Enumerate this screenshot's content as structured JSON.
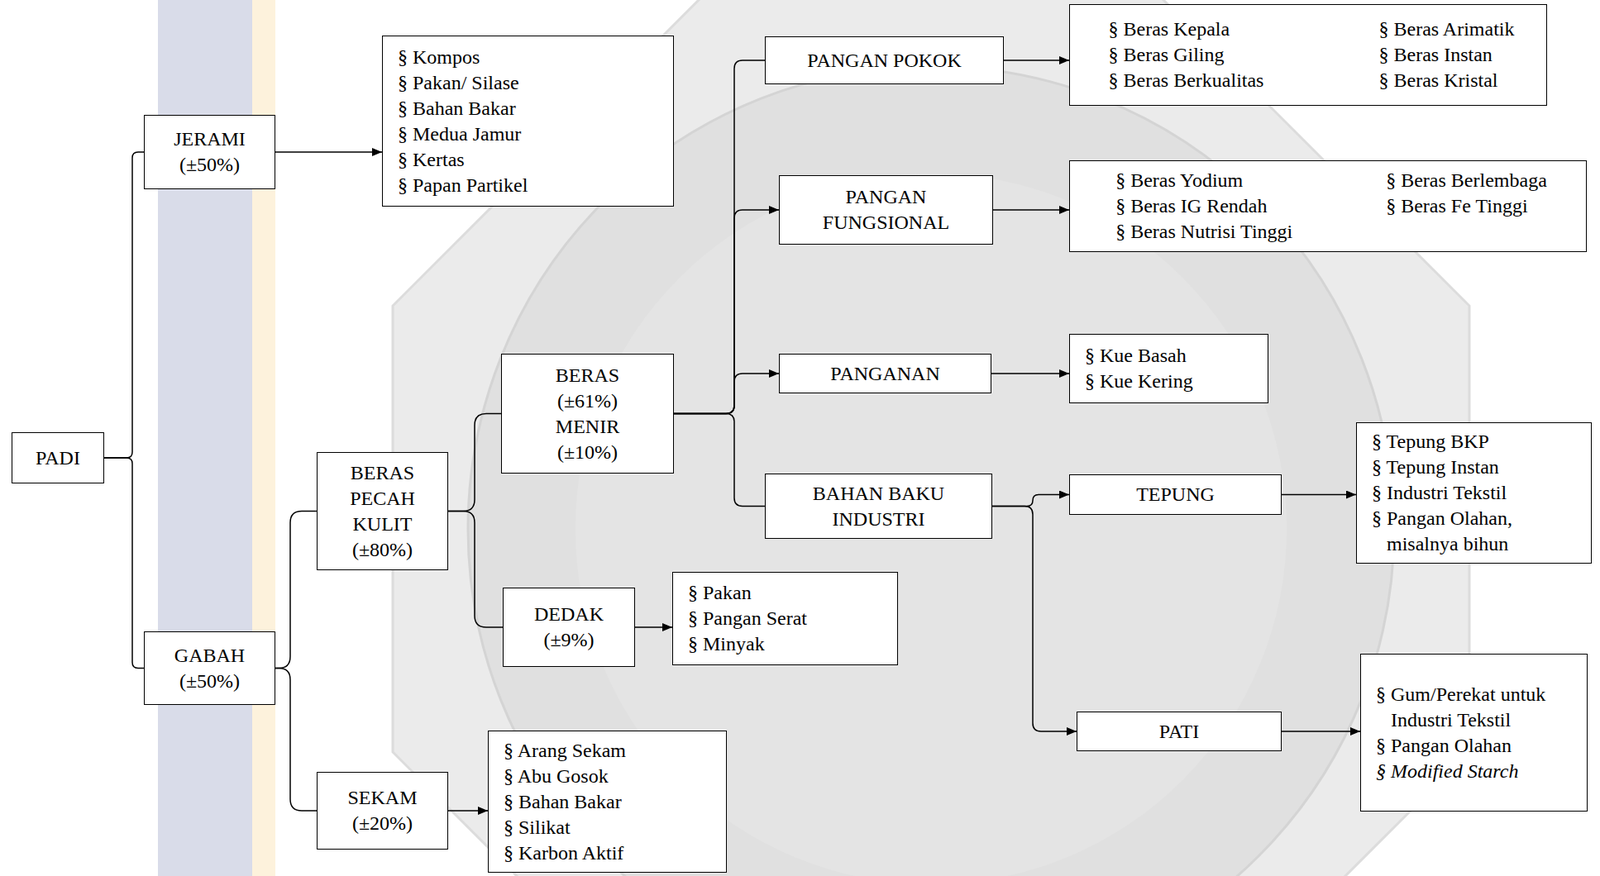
{
  "diagram": {
    "nodes": [
      {
        "text": [
          "PADI"
        ]
      },
      {
        "text": [
          "JERAMI (±50%)"
        ]
      },
      {
        "text": [
          "§ Kompos",
          "§ Pakan/ Silase",
          "§ Bahan Bakar",
          "§ Medua Jamur",
          "§ Kertas",
          "§ Papan Partikel"
        ]
      },
      {
        "text": [
          "PANGAN POKOK"
        ]
      },
      {
        "text": [
          "§ Beras Kepala",
          "§ Beras Giling",
          "§ Beras Berkualitas",
          "§ Beras Arimatik",
          "§ Beras Instan",
          "§ Beras Kristal"
        ]
      },
      {
        "text": [
          "PANGAN FUNGSIONAL"
        ]
      },
      {
        "text": [
          "§ Beras Yodium",
          "§ Beras IG Rendah",
          "§ Beras Nutrisi Tinggi",
          "§ Beras Berlembaga",
          "§ Beras Fe Tinggi"
        ]
      },
      {
        "text": [
          "PANGANAN"
        ]
      },
      {
        "text": [
          "§ Kue Basah",
          "§ Kue Kering"
        ]
      },
      {
        "text": [
          "BERAS (±61%) MENIR (±10%)"
        ]
      },
      {
        "text": [
          "BERAS PECAH KULIT (±80%)"
        ]
      },
      {
        "text": [
          "BAHAN BAKU INDUSTRI"
        ]
      },
      {
        "text": [
          "TEPUNG"
        ]
      },
      {
        "text": [
          "§ Tepung BKP",
          "§ Tepung Instan",
          "§ Industri Tekstil",
          "§ Pangan Olahan, misalnya bihun"
        ]
      },
      {
        "text": [
          "DEDAK (±9%)"
        ]
      },
      {
        "text": [
          "§ Pakan",
          "§ Pangan Serat",
          "§ Minyak"
        ]
      },
      {
        "text": [
          "GABAH (±50%)"
        ]
      },
      {
        "text": [
          "PATI"
        ]
      },
      {
        "text": [
          "§ Gum/Perekat untuk Industri Tekstil",
          "§ Pangan Olahan",
          "§ Modified Starch"
        ]
      },
      {
        "text": [
          "SEKAM (±20%)"
        ]
      },
      {
        "text": [
          "§ Arang Sekam",
          "§ Abu Gosok",
          "§ Bahan Bakar",
          "§ Silikat",
          "§ Karbon Aktif"
        ]
      }
    ],
    "edges": [
      {
        "from": 0,
        "to": 1,
        "arrow": "none"
      },
      {
        "from": 0,
        "to": 16,
        "arrow": "none"
      },
      {
        "from": 1,
        "to": 2,
        "arrow": "to"
      },
      {
        "from": 16,
        "to": 10,
        "arrow": "none"
      },
      {
        "from": 16,
        "to": 19,
        "arrow": "none"
      },
      {
        "from": 19,
        "to": 20,
        "arrow": "to"
      },
      {
        "from": 10,
        "to": 9,
        "arrow": "none"
      },
      {
        "from": 10,
        "to": 14,
        "arrow": "none"
      },
      {
        "from": 14,
        "to": 15,
        "arrow": "to"
      },
      {
        "from": 9,
        "to": 3,
        "arrow": "none"
      },
      {
        "from": 9,
        "to": 5,
        "arrow": "to"
      },
      {
        "from": 9,
        "to": 7,
        "arrow": "to"
      },
      {
        "from": 9,
        "to": 11,
        "arrow": "none"
      },
      {
        "from": 3,
        "to": 4,
        "arrow": "to"
      },
      {
        "from": 5,
        "to": 6,
        "arrow": "to"
      },
      {
        "from": 7,
        "to": 8,
        "arrow": "to"
      },
      {
        "from": 11,
        "to": 12,
        "arrow": "to"
      },
      {
        "from": 11,
        "to": 17,
        "arrow": "to"
      },
      {
        "from": 12,
        "to": 13,
        "arrow": "to"
      },
      {
        "from": 17,
        "to": 18,
        "arrow": "to"
      }
    ]
  }
}
